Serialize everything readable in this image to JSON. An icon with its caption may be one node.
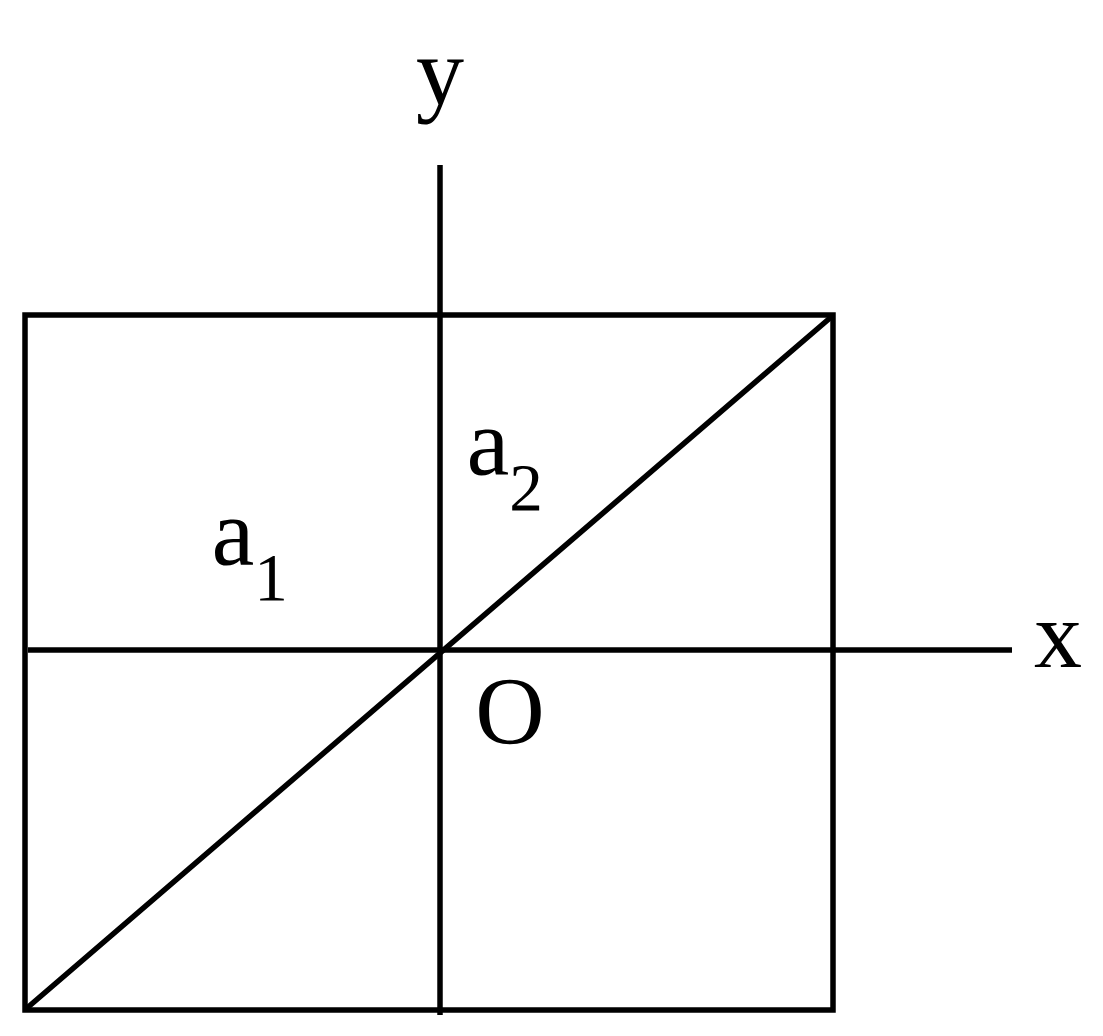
{
  "diagram": {
    "labels": [
      "y",
      "a$_{2}$",
      "a$_{1}$",
      "x",
      "O"
    ]
  }
}
